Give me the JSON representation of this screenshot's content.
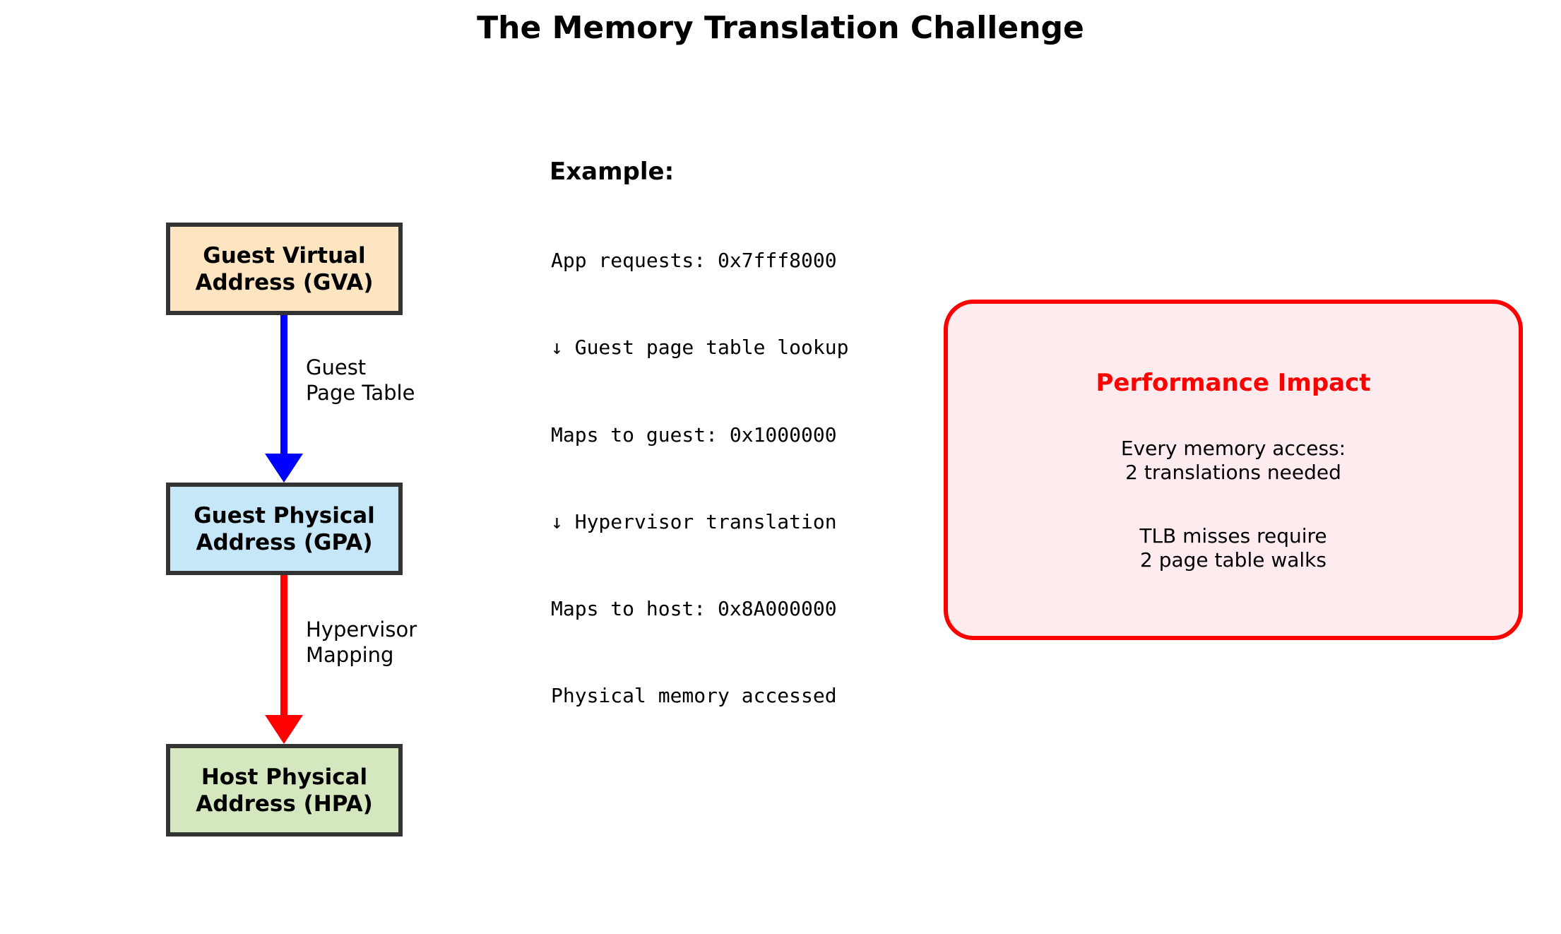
{
  "title": "The Memory Translation Challenge",
  "colors": {
    "box_border": "#333333",
    "gva_fill": "#fde5c2",
    "gpa_fill": "#c6e7f7",
    "hpa_fill": "#d5e7be",
    "blue_arrow": "#0000ff",
    "red_arrow": "#ff0000",
    "panel_border": "#ff0000",
    "panel_fill": "#fdebed",
    "panel_title_color": "#ff0000"
  },
  "flow": {
    "boxes": [
      {
        "label": "Guest Virtual\nAddress (GVA)",
        "fill": "#fde5c2"
      },
      {
        "label": "Guest Physical\nAddress (GPA)",
        "fill": "#c6e7f7"
      },
      {
        "label": "Host Physical\nAddress (HPA)",
        "fill": "#d5e7be"
      }
    ],
    "arrows": [
      {
        "label": "Guest\nPage Table",
        "color": "#0000ff"
      },
      {
        "label": "Hypervisor\nMapping",
        "color": "#ff0000"
      }
    ]
  },
  "example": {
    "heading": "Example:",
    "lines": [
      "App requests: 0x7fff8000",
      "↓ Guest page table lookup",
      "Maps to guest: 0x1000000",
      "↓ Hypervisor translation",
      "Maps to host: 0x8A000000",
      "Physical memory accessed"
    ]
  },
  "performance": {
    "title": "Performance Impact",
    "items": [
      "Every memory access:\n2 translations needed",
      "TLB misses require\n2 page table walks"
    ]
  }
}
